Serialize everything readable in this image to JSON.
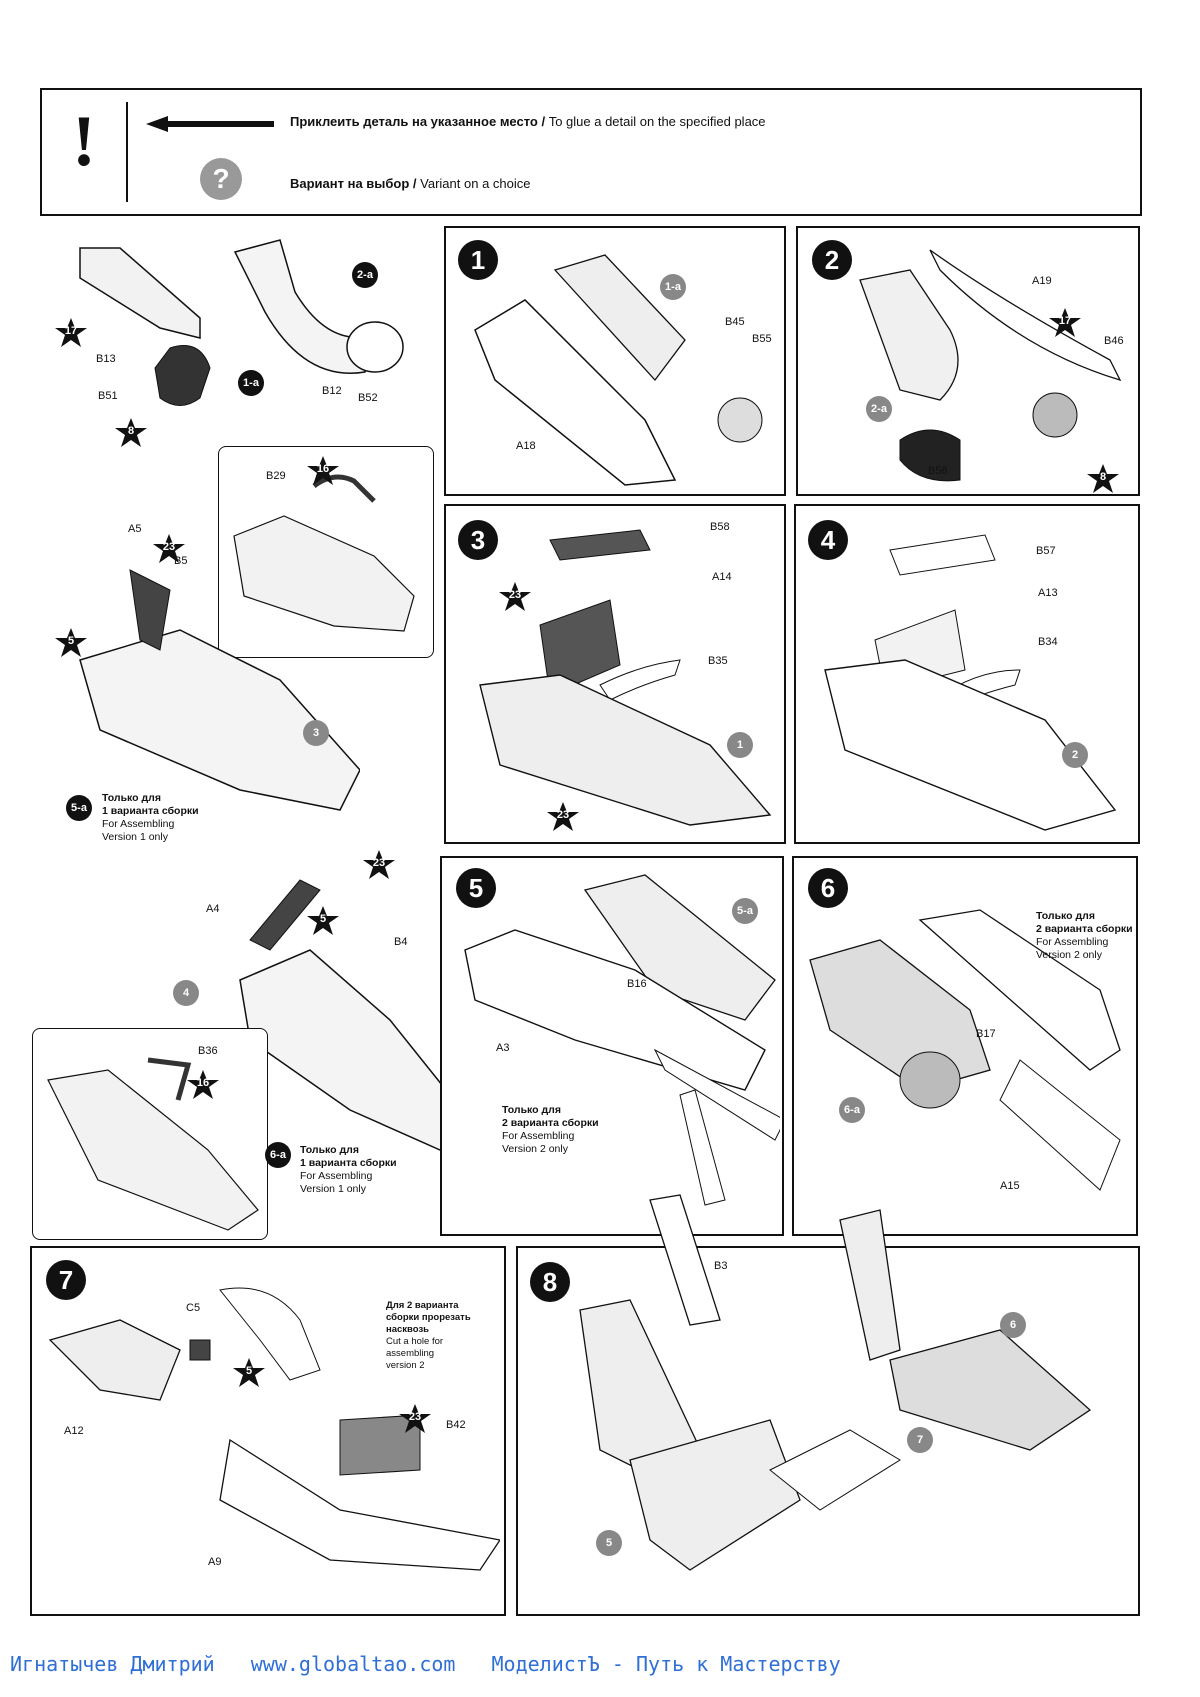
{
  "legend": {
    "excl": "!",
    "glue_ru": "Приклеить деталь на указанное место /",
    "glue_en": " To glue a detail on the specified place",
    "variant_icon": "?",
    "variant_ru": "Вариант на выбор /",
    "variant_en": " Variant on a choice"
  },
  "steps": {
    "s1": {
      "num": "1",
      "parts": [
        "1-a",
        "B45",
        "B55",
        "A18"
      ]
    },
    "s2": {
      "num": "2",
      "parts": [
        "A19",
        "17",
        "B46",
        "2-a",
        "B56",
        "8"
      ]
    },
    "s3": {
      "num": "3",
      "parts": [
        "B58",
        "A14",
        "23",
        "B35",
        "1",
        "23"
      ]
    },
    "s4": {
      "num": "4",
      "parts": [
        "B57",
        "A13",
        "B34",
        "2"
      ]
    },
    "s5": {
      "num": "5",
      "parts": [
        "5-a",
        "B16",
        "A3"
      ],
      "note": [
        "Только для",
        "2 варианта сборки",
        "For Assembling",
        "Version 2 only"
      ]
    },
    "s6": {
      "num": "6",
      "parts": [
        "B17",
        "6-a",
        "A15"
      ],
      "note": [
        "Только для",
        "2 варианта сборки",
        "For Assembling",
        "Version 2 only"
      ]
    },
    "s7": {
      "num": "7",
      "parts": [
        "C5",
        "5",
        "A12",
        "23",
        "B42",
        "A9"
      ],
      "note": [
        "Для 2 варианта",
        "сборки прорезать",
        "насквозь",
        "Cut a hole for",
        "assembling",
        "version 2"
      ]
    },
    "s8": {
      "num": "8",
      "parts": [
        "B3",
        "6",
        "7",
        "5"
      ]
    }
  },
  "left": {
    "sub1a": {
      "parts": [
        "17",
        "B13",
        "B51",
        "8",
        "1-a"
      ]
    },
    "sub2a": {
      "parts": [
        "2-a",
        "B12",
        "B52"
      ]
    },
    "sub5a": {
      "parts": [
        "B29",
        "16",
        "A5",
        "23",
        "B5",
        "5",
        "3"
      ],
      "note": [
        "Только для",
        "1 варианта сборки",
        "For Assembling",
        "Version 1 only"
      ],
      "tag": "5-a"
    },
    "sub6a": {
      "parts": [
        "23",
        "A4",
        "5",
        "B4",
        "4",
        "B36",
        "16"
      ],
      "note": [
        "Только для",
        "1 варианта сборки",
        "For Assembling",
        "Version 1 only"
      ],
      "tag": "6-a"
    }
  },
  "footer": {
    "author": "Игнатычев Дмитрий",
    "site": "www.globaltao.com",
    "motto": "МоделистЪ - Путь к Мастерству"
  },
  "colors": {
    "ink": "#111111",
    "grey_ref": "#888888",
    "footer_link": "#2f6fd6"
  }
}
